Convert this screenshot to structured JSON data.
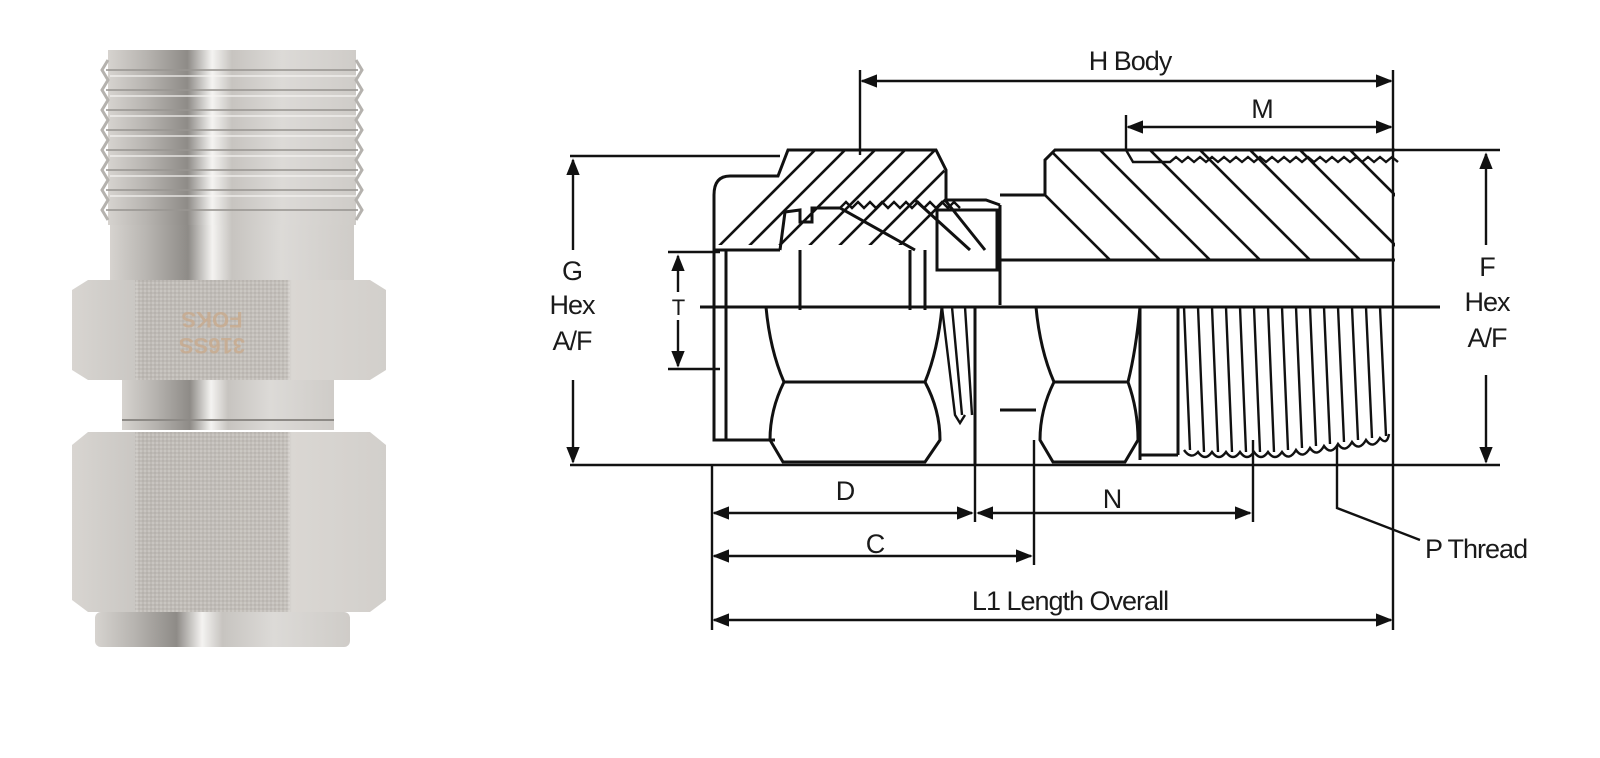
{
  "photo": {
    "subject": "stainless-steel male connector fitting",
    "engraving_lines": [
      "316SS",
      "FOKS"
    ],
    "colors": {
      "steel_light": "#e2e0dd",
      "steel_mid": "#bdbab6",
      "steel_dark": "#8d8a86",
      "engraving": "#c9a98a"
    }
  },
  "drawing": {
    "labels": {
      "h_body": "H Body",
      "m": "M",
      "g_line1": "G",
      "g_line2": "Hex",
      "g_line3": "A/F",
      "f_line1": "F",
      "f_line2": "Hex",
      "f_line3": "A/F",
      "t": "T",
      "d": "D",
      "n": "N",
      "c": "C",
      "p_thread": "P Thread",
      "l1": "L1 Length Overall"
    },
    "line_color": "#111111"
  }
}
